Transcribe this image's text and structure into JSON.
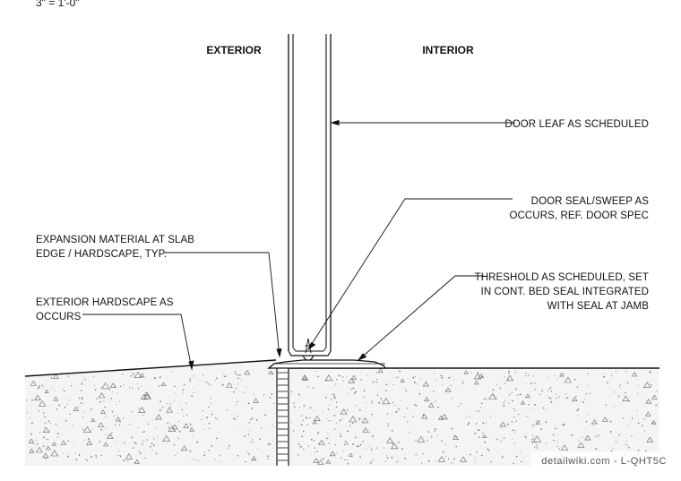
{
  "drawing": {
    "scale": "3\" = 1'-0\"",
    "headers": {
      "exterior": "EXTERIOR",
      "interior": "INTERIOR"
    },
    "notes": {
      "door_leaf": [
        "DOOR LEAF AS SCHEDULED"
      ],
      "door_seal": [
        "DOOR SEAL/SWEEP AS",
        "OCCURS, REF. DOOR SPEC"
      ],
      "expansion": [
        "EXPANSION MATERIAL AT SLAB",
        "EDGE / HARDSCAPE, TYP."
      ],
      "threshold": [
        "THRESHOLD AS SCHEDULED, SET",
        "IN CONT. BED SEAL INTEGRATED",
        "WITH SEAL AT JAMB"
      ],
      "hardscape": [
        "EXTERIOR HARDSCAPE AS",
        "OCCURS"
      ]
    },
    "watermark": "detailwiki.com - L-QHT5C"
  }
}
